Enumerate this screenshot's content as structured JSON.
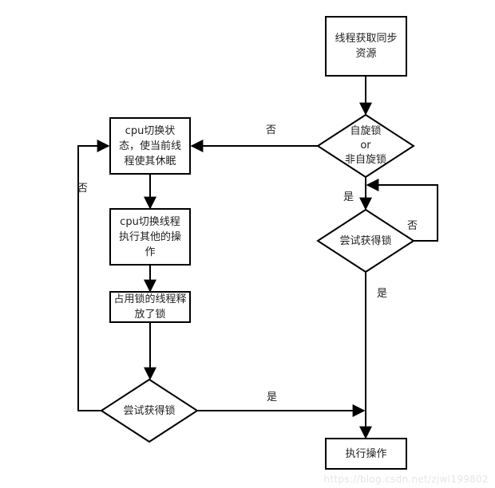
{
  "nodes": {
    "acquire_resource": "线程获取同步资源",
    "spin_decision_line1": "自旋锁",
    "spin_decision_line2": "or",
    "spin_decision_line3": "非自旋锁",
    "try_lock_right": "尝试获得锁",
    "cpu_sleep": "cpu切换状态，使当前线程使其休眠",
    "cpu_switch": "cpu切换线程执行其他的操作",
    "lock_released": "占用锁的线程释放了锁",
    "try_lock_left": "尝试获得锁",
    "execute": "执行操作"
  },
  "edge_labels": {
    "spin_no": "否",
    "spin_yes": "是",
    "retry_no": "否",
    "right_yes": "是",
    "left_no": "否",
    "left_yes": "是"
  },
  "watermark": "https://blog.csdn.net/zjwl199802",
  "colors": {
    "stroke": "#000000",
    "fill": "#ffffff",
    "text": "#222222"
  }
}
